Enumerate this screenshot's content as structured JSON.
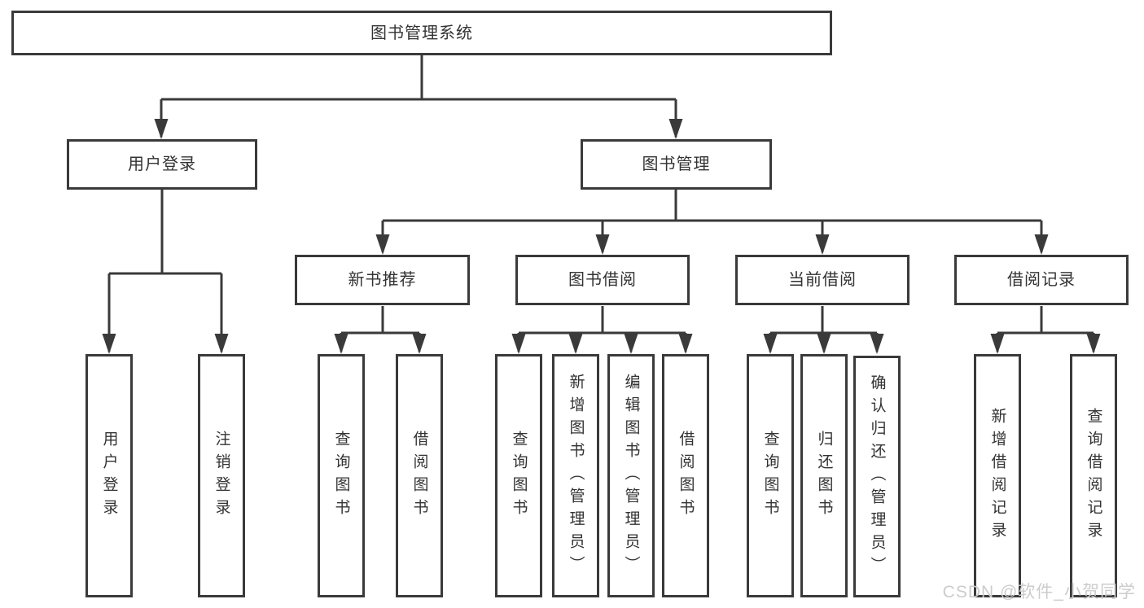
{
  "diagram_title": "图书管理系统",
  "root": {
    "label": "图书管理系统"
  },
  "level2": {
    "user_login": {
      "label": "用户登录"
    },
    "book_management": {
      "label": "图书管理"
    }
  },
  "level3": {
    "new_book_recommend": {
      "label": "新书推荐"
    },
    "book_borrow": {
      "label": "图书借阅"
    },
    "current_borrow": {
      "label": "当前借阅"
    },
    "borrow_records": {
      "label": "借阅记录"
    }
  },
  "leaves": {
    "user_login": {
      "label": "用户登录"
    },
    "logout": {
      "label": "注销登录"
    },
    "recommend_query_book": {
      "label": "查询图书"
    },
    "recommend_borrow_book": {
      "label": "借阅图书"
    },
    "borrow_query_book": {
      "label": "查询图书"
    },
    "borrow_add_book": {
      "label": "新增图书（管理员）"
    },
    "borrow_edit_book": {
      "label": "编辑图书（管理员）"
    },
    "borrow_borrow_book": {
      "label": "借阅图书"
    },
    "current_query_book": {
      "label": "查询图书"
    },
    "current_return_book": {
      "label": "归还图书"
    },
    "current_confirm_return": {
      "label": "确认归还（管理员）"
    },
    "records_add_record": {
      "label": "新增借阅记录"
    },
    "records_query_record": {
      "label": "查询借阅记录"
    }
  },
  "watermark": "CSDN @软件_小贺同学",
  "colors": {
    "line": "#3a3a3a",
    "text": "#333333",
    "box_fill": "#ffffff",
    "background": "#ffffff",
    "watermark": "#cccccc"
  }
}
